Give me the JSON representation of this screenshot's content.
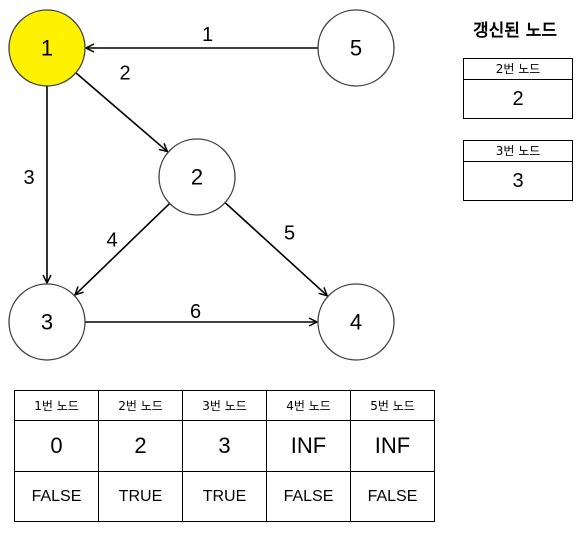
{
  "graph": {
    "nodes": [
      {
        "id": "1",
        "label": "1",
        "highlighted": true
      },
      {
        "id": "2",
        "label": "2",
        "highlighted": false
      },
      {
        "id": "3",
        "label": "3",
        "highlighted": false
      },
      {
        "id": "4",
        "label": "4",
        "highlighted": false
      },
      {
        "id": "5",
        "label": "5",
        "highlighted": false
      }
    ],
    "edges": [
      {
        "from": "5",
        "to": "1",
        "weight": "1"
      },
      {
        "from": "1",
        "to": "2",
        "weight": "2"
      },
      {
        "from": "1",
        "to": "3",
        "weight": "3"
      },
      {
        "from": "2",
        "to": "3",
        "weight": "4"
      },
      {
        "from": "2",
        "to": "4",
        "weight": "5"
      },
      {
        "from": "3",
        "to": "4",
        "weight": "6"
      }
    ]
  },
  "updated_nodes": {
    "title": "갱신된 노드",
    "items": [
      {
        "header": "2번 노드",
        "value": "2"
      },
      {
        "header": "3번 노드",
        "value": "3"
      }
    ]
  },
  "distance_table": {
    "headers": [
      "1번 노드",
      "2번 노드",
      "3번 노드",
      "4번 노드",
      "5번 노드"
    ],
    "distances": [
      "0",
      "2",
      "3",
      "INF",
      "INF"
    ],
    "visited": [
      "FALSE",
      "TRUE",
      "TRUE",
      "FALSE",
      "FALSE"
    ]
  },
  "colors": {
    "highlight_fill": "#FFF200",
    "node_fill": "#FFFFFF",
    "node_stroke": "#404040",
    "edge": "#000000"
  }
}
